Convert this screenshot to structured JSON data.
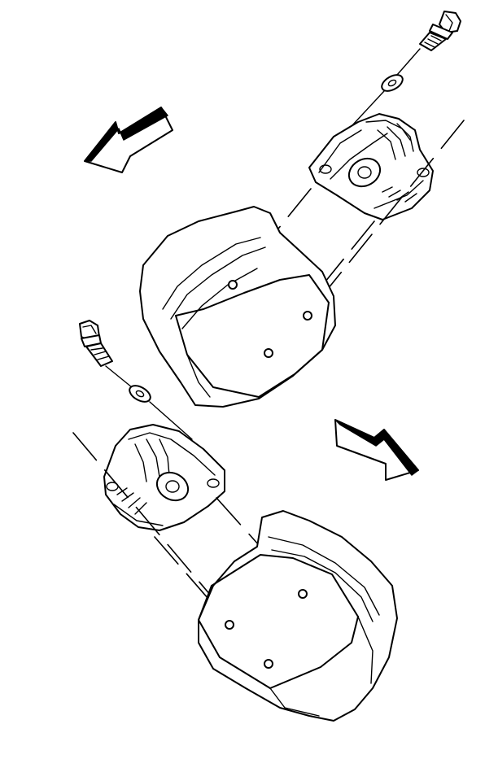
{
  "diagram": {
    "kind": "exploded-assembly",
    "assemblies": [
      {
        "name": "upper-mount-assembly",
        "parts": [
          "bolt",
          "washer",
          "engine-mount-bracket",
          "frame-mount-pad"
        ]
      },
      {
        "name": "lower-mount-assembly",
        "parts": [
          "bolt",
          "washer",
          "engine-mount-bracket",
          "frame-mount-pad"
        ]
      }
    ],
    "direction_arrows": [
      "front-of-vehicle-arrow",
      "rear-of-vehicle-arrow"
    ],
    "line_color": "#000000",
    "background": "#ffffff"
  }
}
